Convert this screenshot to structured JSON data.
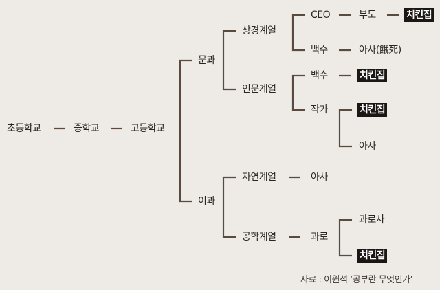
{
  "path": [
    "초등학교",
    "중학교",
    "고등학교"
  ],
  "tracks": {
    "humanities_division": "문과",
    "science_division": "이과"
  },
  "humanities": {
    "business": "상경계열",
    "liberal_arts": "인문계열",
    "business_ceo": "CEO",
    "business_ceo_next": "부도",
    "business_ceo_end": "치킨집",
    "business_jobless": "백수",
    "business_jobless_end": "아사(餓死)",
    "arts_jobless": "백수",
    "arts_jobless_end": "치킨집",
    "arts_writer": "작가",
    "arts_writer_end1": "치킨집",
    "arts_writer_end2": "아사"
  },
  "science": {
    "natural": "자연계열",
    "natural_end": "아사",
    "engineering": "공학계열",
    "engineering_next": "과로",
    "engineering_end1": "과로사",
    "engineering_end2": "치킨집"
  },
  "source": "자료 : 이원석 ‘공부란 무엇인가’",
  "colors": {
    "line": "#5b4a40",
    "highlight_bg": "#1b1715",
    "background": "#eeebe6"
  }
}
